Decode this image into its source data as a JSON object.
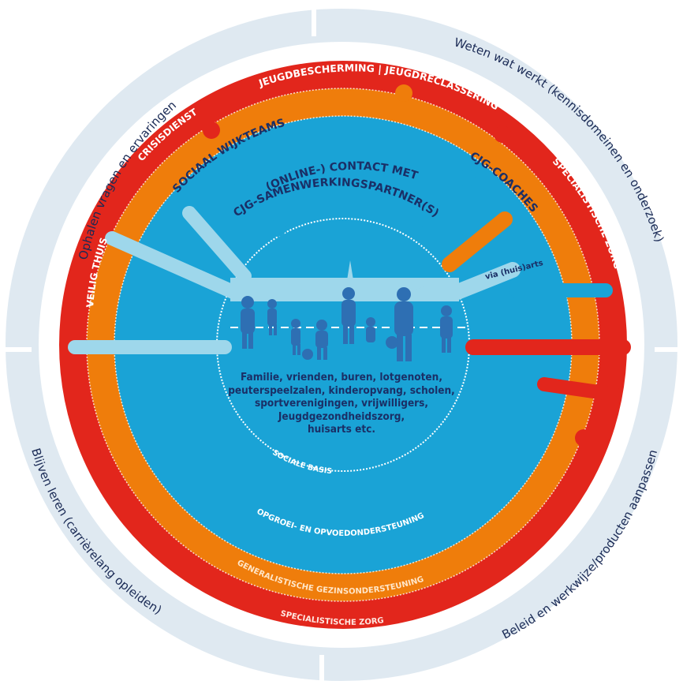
{
  "colors": {
    "outer_ring": "#dfe9f1",
    "red": "#e2261c",
    "orange": "#ef7d0b",
    "blue": "#1aa3d6",
    "light_blue": "#9ed7eb",
    "silhouette": "#2e6fb3",
    "text_dark": "#1a2f66"
  },
  "outer_labels": {
    "top_left": "Ophalen vragen en ervaringen",
    "top_right": "Weten wat werkt (kennisdomeinen en onderzoek)",
    "bottom_left": "Blijven leren (carrièrelang opleiden)",
    "bottom_right": "Beleid en werkwijze/producten aanpassen"
  },
  "ring_labels": {
    "red_top": "JEUGDBESCHERMING | JEUGDRECLASSERING",
    "crisisdienst": "CRISISDIENST",
    "veilig_thuis": "VEILIG THUIS",
    "specialistische_zorg_right": "SPECIALISTISCHE ZORG",
    "sociaal_wijkteams": "SOCIAAL WIJKTEAMS",
    "cjg_coaches": "CJG-COACHES",
    "contact_line1": "(ONLINE-) CONTACT MET",
    "contact_line2": "CJG-SAMENWERKINGSPARTNER(S)",
    "via_huisarts": "via (huis)arts",
    "sociale_basis": "SOCIALE BASIS",
    "opgroei": "OPGROEI- EN OPVOEDONDERSTEUNING",
    "generalistische": "GENERALISTISCHE GEZINSONDERSTEUNING",
    "specialistische_zorg_bottom": "SPECIALISTISCHE ZORG"
  },
  "center_text": [
    "Familie, vrienden, buren, lotgenoten,",
    "peuterspeelzalen, kinderopvang, scholen,",
    "sportverenigingen, vrijwilligers,",
    "Jeugdgezondheidszorg,",
    "huisarts etc."
  ]
}
